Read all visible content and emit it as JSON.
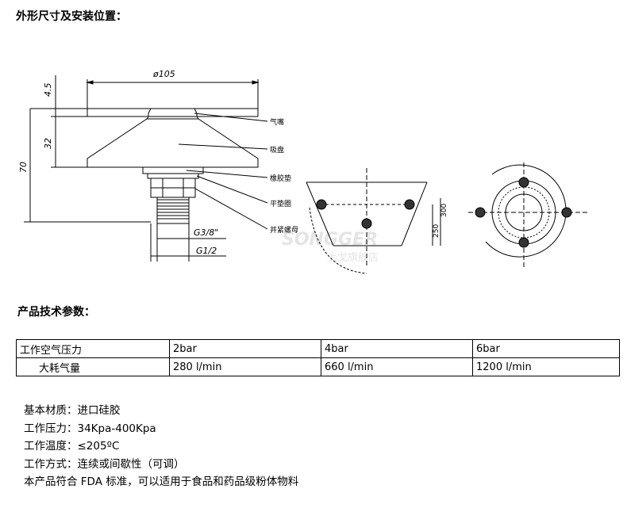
{
  "section_titles": {
    "dimensions": "外形尺寸及安装位置：",
    "parameters": "产品技术参数："
  },
  "drawing": {
    "dim_diameter": "ø105",
    "dim_top": "4.5",
    "dim_body": "32",
    "dim_total": "70",
    "thread_upper": "G3/8\"",
    "thread_lower": "G1/2",
    "part_labels": [
      "气嘴",
      "吸盘",
      "橡胶垫",
      "平垫圈",
      "并紧螺母"
    ],
    "side_dims": [
      "250",
      "300"
    ],
    "watermark_en": "SONGGER",
    "watermark_cn": "上戈旗舰店"
  },
  "table": {
    "rows": [
      [
        "工作空气压力",
        "2bar",
        "4bar",
        "6bar"
      ],
      [
        "大耗气量",
        "280 l/min",
        "660 l/min",
        "1200 l/min"
      ]
    ]
  },
  "specs": [
    "基本材质：进口硅胶",
    "工作压力：34Kpa-400Kpa",
    "工作温度：≤205ºC",
    "工作方式：连续或间歇性（可调）",
    "本产品符合 FDA 标准，可以适用于食品和药品级粉体物料"
  ]
}
